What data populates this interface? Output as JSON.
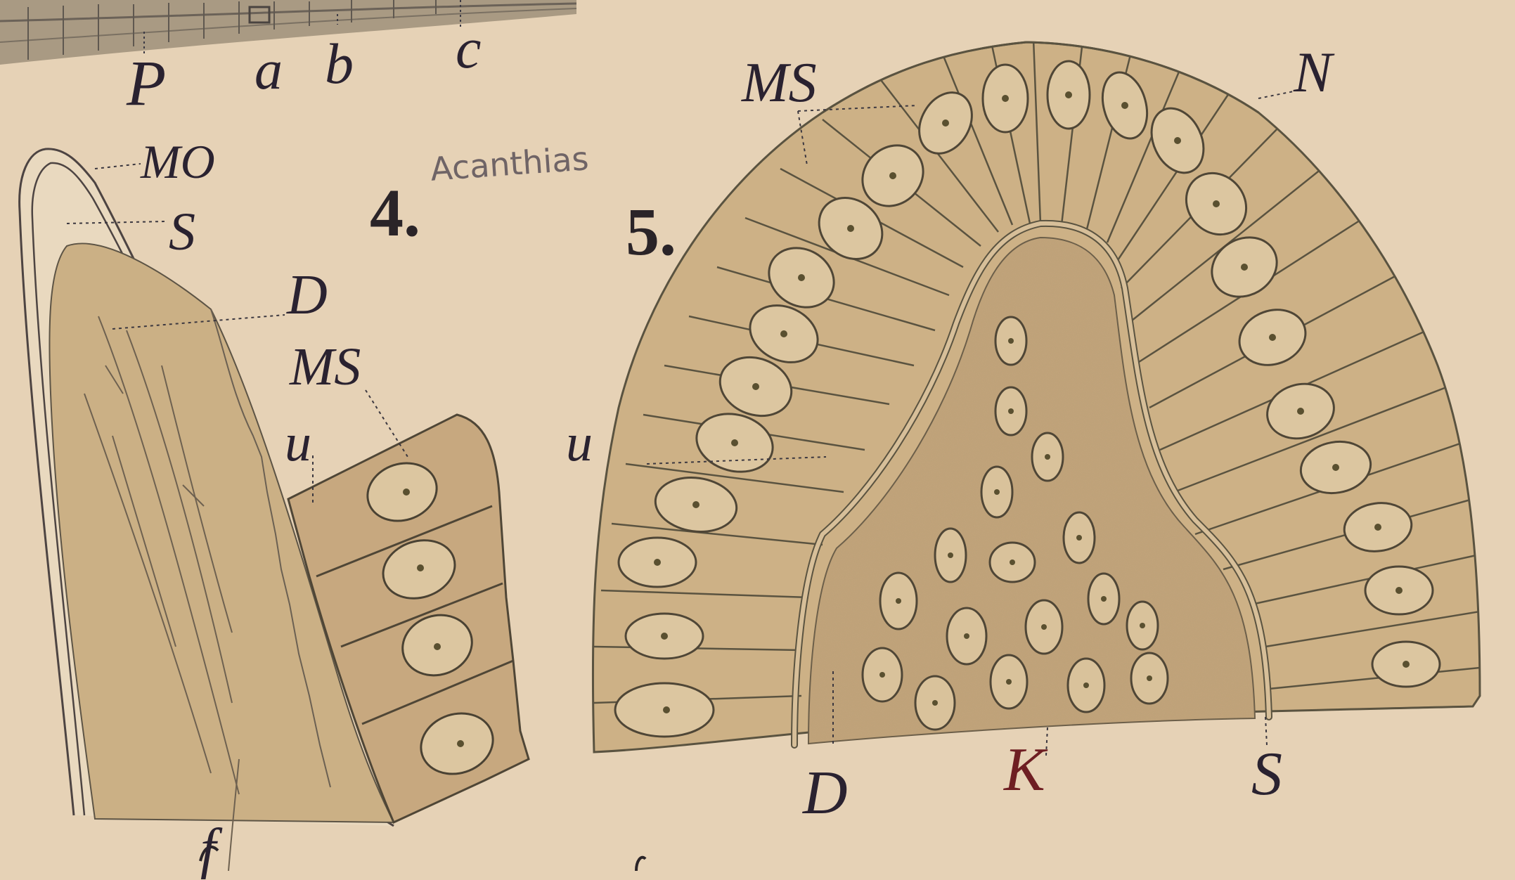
{
  "top_labels": [
    "P",
    "a",
    "b",
    "c"
  ],
  "figures": [
    {
      "number": "4.",
      "annotation": "Acanthias",
      "labels": [
        "MO",
        "S",
        "D",
        "MS",
        "u",
        "f"
      ]
    },
    {
      "number": "5.",
      "labels": [
        "MS",
        "N",
        "u",
        "D",
        "K",
        "S"
      ]
    }
  ],
  "colors": {
    "paper": "#e6d2b6",
    "tissue": "#cbb085",
    "cell_line": "#5a5340",
    "label_ink": "#2a2230",
    "red_ink": "#6e1e22"
  }
}
